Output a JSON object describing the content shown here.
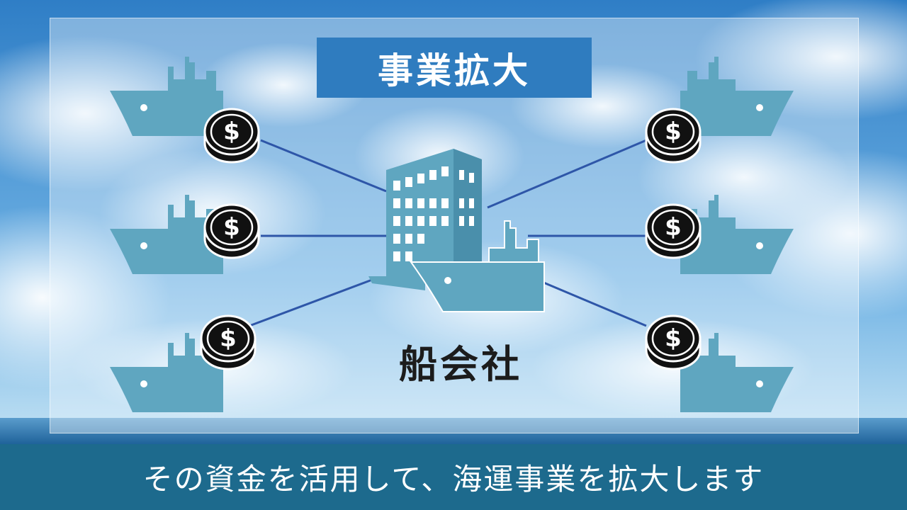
{
  "slide": {
    "title": "事業拡大",
    "center_label": "船会社",
    "subtitle": "その資金を活用して、海運事業を拡大します"
  },
  "icons": {
    "coin_symbol": "$",
    "ship_icon": "ship-icon",
    "coin_icon": "dollar-coin-icon",
    "building_icon": "office-building-icon"
  },
  "colors": {
    "title_bg": "#2f7cbf",
    "subtitle_bg": "#1d6a8d",
    "ship": "#5fa6c0",
    "line": "#2e56a8"
  }
}
